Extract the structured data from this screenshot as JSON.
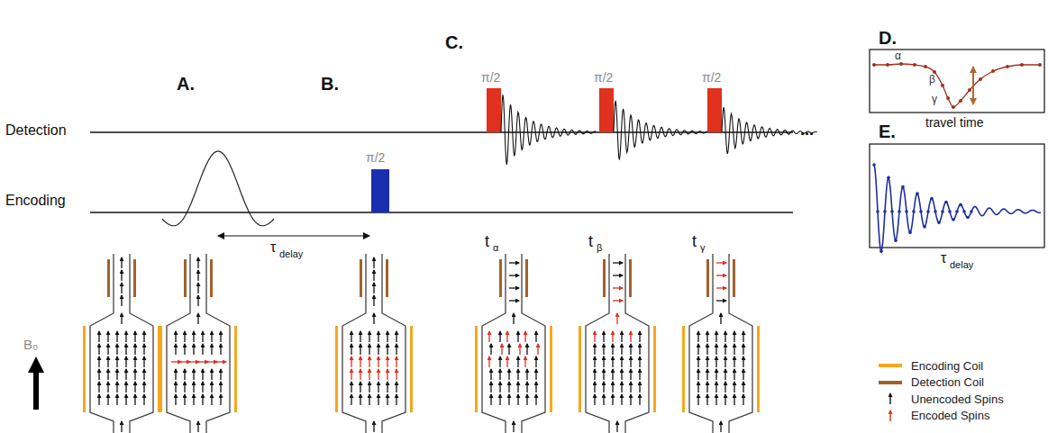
{
  "diagram": {
    "labels": [
      "A.",
      "B.",
      "C.",
      "D.",
      "E.",
      "Detection",
      "Encoding",
      "π/2",
      "π/2",
      "π/2",
      "π/2",
      "...",
      "τ",
      "delay",
      "t",
      "α",
      "t",
      "β",
      "t",
      "γ",
      "B₀",
      "α",
      "β",
      "γ",
      "travel time",
      "τ",
      "delay"
    ],
    "legend": [
      {
        "text": "Encoding Coil",
        "color": "#f5a81c"
      },
      {
        "text": "Detection Coil",
        "color": "#a0622d"
      },
      {
        "text": "Unencoded Spins"
      },
      {
        "text": "Encoded Spins"
      }
    ]
  }
}
